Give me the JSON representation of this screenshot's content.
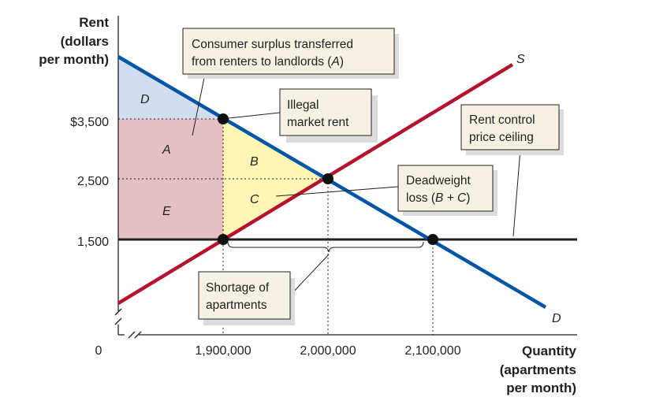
{
  "axes": {
    "y_label": [
      "Rent",
      "(dollars",
      "per month)"
    ],
    "x_label": [
      "Quantity",
      "(apartments",
      "per month)"
    ],
    "origin": "0",
    "y_ticks": [
      "$3,500",
      "2,500",
      "1,500"
    ],
    "x_ticks": [
      "1,900,000",
      "2,000,000",
      "2,100,000"
    ]
  },
  "curves": {
    "supply": "S",
    "demand": "D",
    "supply_color": "#b5122e",
    "demand_color": "#0055a5"
  },
  "areas": {
    "A": "A",
    "B": "B",
    "C": "C",
    "D": "D",
    "E": "E"
  },
  "callouts": {
    "consumer_surplus": [
      "Consumer surplus transferred",
      "from renters to landlords (",
      "A",
      ")"
    ],
    "illegal_rent": [
      "Illegal",
      "market rent"
    ],
    "rent_control": [
      "Rent control",
      "price ceiling"
    ],
    "deadweight": [
      "Deadweight",
      "loss (",
      "B + C",
      ")"
    ],
    "shortage": [
      "Shortage of",
      "apartments"
    ]
  },
  "chart_data": {
    "type": "line",
    "title": "",
    "xlabel": "Quantity (apartments per month)",
    "ylabel": "Rent (dollars per month)",
    "equilibrium": {
      "quantity": 2000000,
      "rent": 2500
    },
    "price_ceiling": 1500,
    "quantity_supplied_at_ceiling": 1900000,
    "quantity_demanded_at_ceiling": 2100000,
    "illegal_market_rent": 3500
  }
}
